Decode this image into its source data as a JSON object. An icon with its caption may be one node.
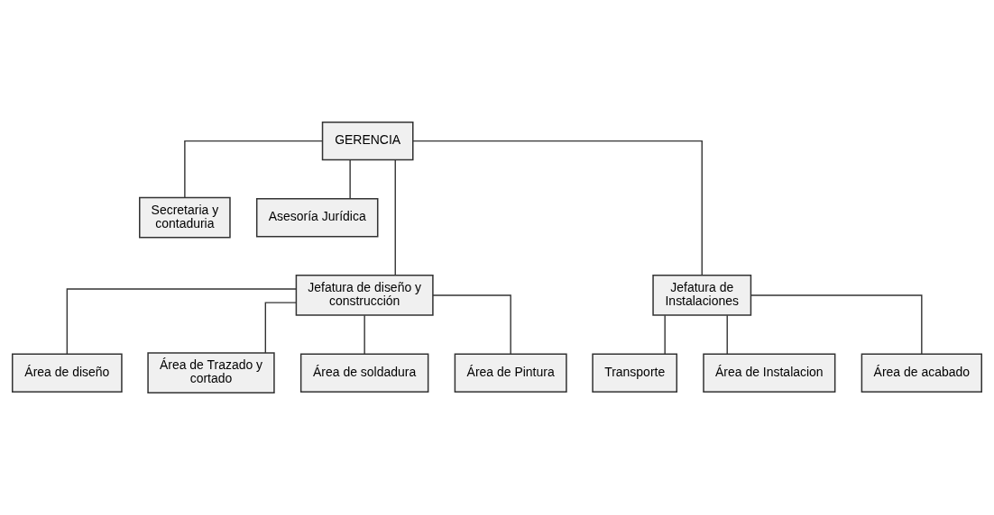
{
  "diagram": {
    "nodes": [
      {
        "text": [
          "GERENCIA"
        ]
      },
      {
        "text": [
          "Secretaria y contaduria"
        ]
      },
      {
        "text": [
          "Asesoría Jurídica"
        ]
      },
      {
        "text": [
          "Jefatura de diseño y construcción"
        ]
      },
      {
        "text": [
          "Jefatura de Instalaciones"
        ]
      },
      {
        "text": [
          "Área de diseño"
        ]
      },
      {
        "text": [
          "Área de Trazado y cortado"
        ]
      },
      {
        "text": [
          "Área de soldadura"
        ]
      },
      {
        "text": [
          "Área de Pintura"
        ]
      },
      {
        "text": [
          "Transporte"
        ]
      },
      {
        "text": [
          "Área de Instalacion"
        ]
      },
      {
        "text": [
          "Área de acabado"
        ]
      }
    ],
    "edges": [
      {
        "from": 0,
        "to": 1,
        "arrow": "none"
      },
      {
        "from": 0,
        "to": 2,
        "arrow": "none"
      },
      {
        "from": 0,
        "to": 3,
        "arrow": "none"
      },
      {
        "from": 0,
        "to": 4,
        "arrow": "none"
      },
      {
        "from": 3,
        "to": 5,
        "arrow": "none"
      },
      {
        "from": 3,
        "to": 6,
        "arrow": "none"
      },
      {
        "from": 3,
        "to": 7,
        "arrow": "none"
      },
      {
        "from": 3,
        "to": 8,
        "arrow": "none"
      },
      {
        "from": 4,
        "to": 9,
        "arrow": "none"
      },
      {
        "from": 4,
        "to": 10,
        "arrow": "none"
      },
      {
        "from": 4,
        "to": 11,
        "arrow": "none"
      }
    ]
  }
}
